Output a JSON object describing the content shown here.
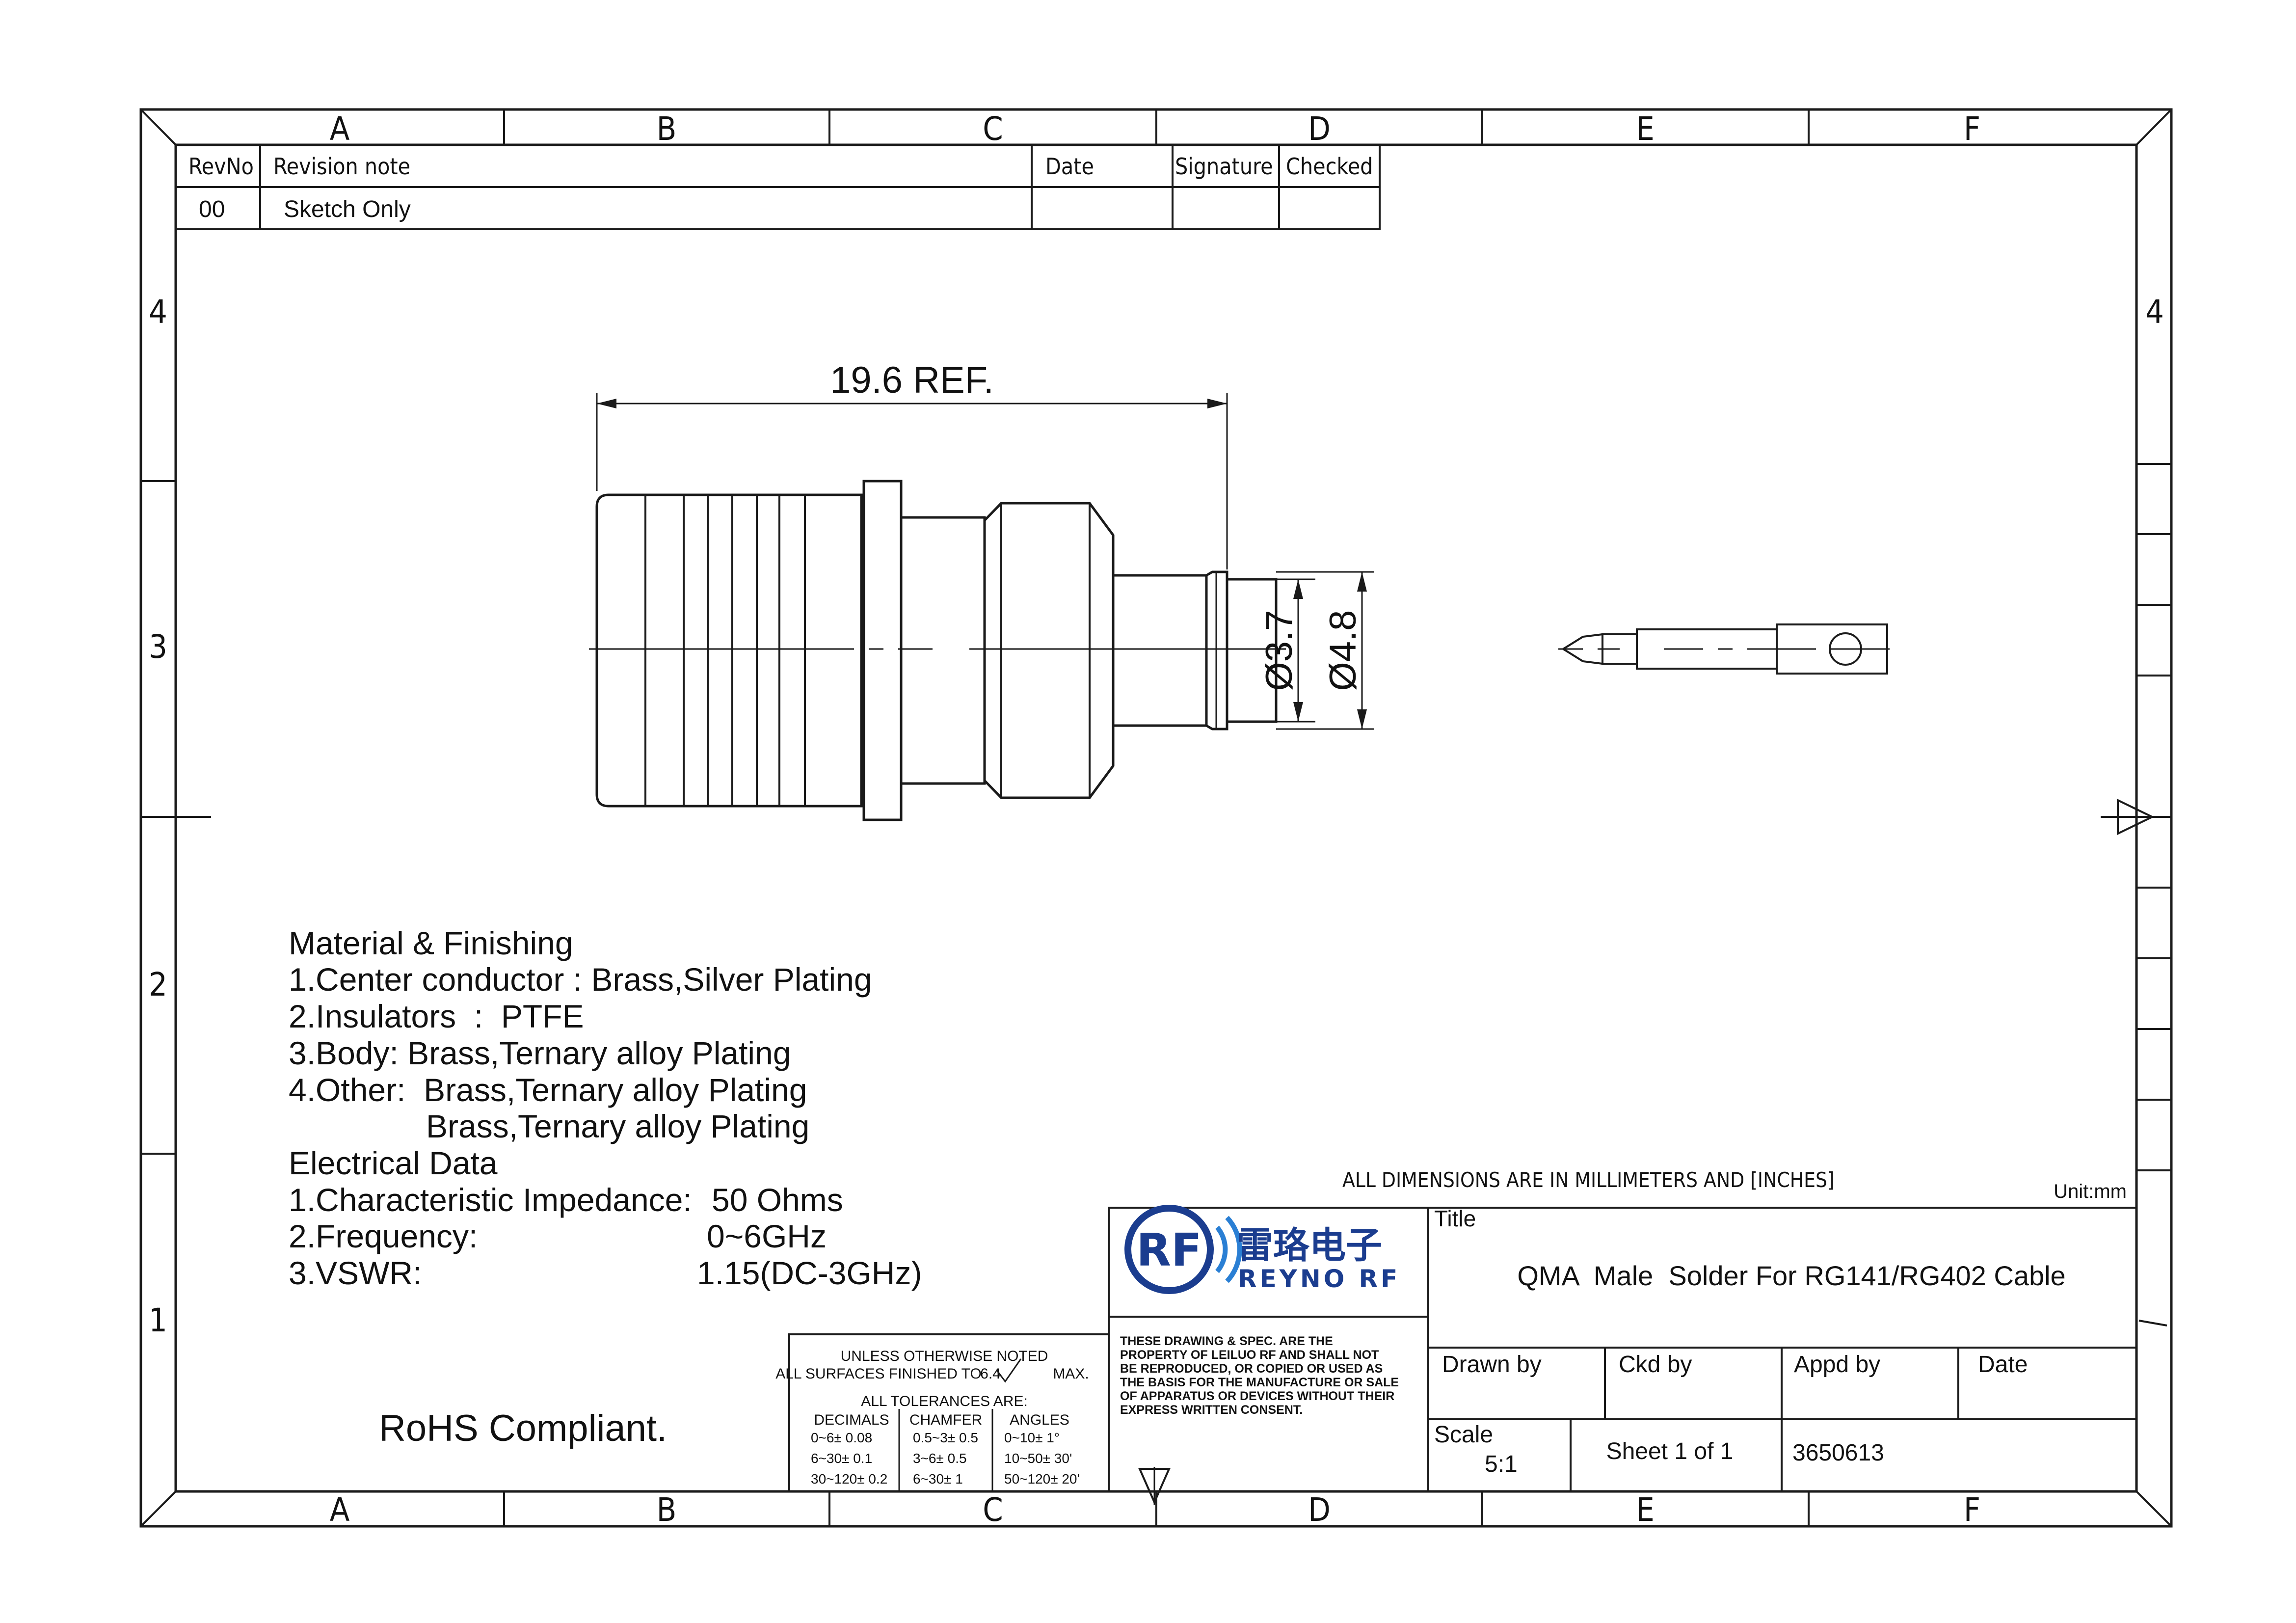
{
  "zones": {
    "columns": [
      "A",
      "B",
      "C",
      "D",
      "E",
      "F"
    ],
    "rows": [
      "4",
      "3",
      "2",
      "1"
    ]
  },
  "revision_table": {
    "headers": {
      "rev": "RevNo",
      "note": "Revision note",
      "date": "Date",
      "signature": "Signature",
      "checked": "Checked"
    },
    "rows": [
      {
        "rev": "00",
        "note": "Sketch Only",
        "date": "",
        "signature": "",
        "checked": ""
      }
    ]
  },
  "drawing": {
    "length_dim": "19.6 REF.",
    "dia_inner": "Ø3.7",
    "dia_outer": "Ø4.8"
  },
  "specs": {
    "material_title": "Material & Finishing",
    "material_lines": [
      "1.Center conductor : Brass,Silver Plating",
      "2.Insulators  :  PTFE",
      "3.Body: Brass,Ternary alloy Plating",
      "4.Other:  Brass,Ternary alloy Plating",
      "              Brass,Ternary alloy Plating"
    ],
    "electrical_title": "Electrical Data",
    "electrical": [
      {
        "label": "1.Characteristic Impedance:",
        "value": "50 Ohms"
      },
      {
        "label": "2.Frequency:",
        "value": "0~6GHz"
      },
      {
        "label": "3.VSWR:",
        "value": "1.15(DC-3GHz)"
      }
    ]
  },
  "rohs": "RoHS Compliant.",
  "tolerances": {
    "line1": "UNLESS OTHERWISE NOTED",
    "line2a": "ALL SURFACES FINISHED TO",
    "finish_value": "6.4",
    "line2b": "MAX.",
    "line3": "ALL TOLERANCES ARE:",
    "headers": [
      "DECIMALS",
      "CHAMFER",
      "ANGLES"
    ],
    "rows": [
      [
        "0~6± 0.08",
        "0.5~3± 0.5",
        "0~10± 1°"
      ],
      [
        "6~30± 0.1",
        "3~6± 0.5",
        "10~50± 30'"
      ],
      [
        "30~120± 0.2",
        "6~30± 1",
        "50~120± 20'"
      ]
    ]
  },
  "title_block": {
    "units_note": "ALL DIMENSIONS ARE IN MILLIMETERS AND [INCHES]",
    "unit": "Unit:mm",
    "logo_cn": "雷珞电子",
    "logo_en": "REYNO RF",
    "logo_letters": "RF",
    "property_notice": [
      "THESE DRAWING & SPEC. ARE THE",
      "PROPERTY OF LEILUO RF AND SHALL NOT",
      "BE REPRODUCED, OR COPIED OR USED AS",
      "THE BASIS FOR THE MANUFACTURE OR SALE",
      "OF APPARATUS OR DEVICES WITHOUT THEIR",
      "EXPRESS WRITTEN CONSENT."
    ],
    "title_label": "Title",
    "title": "QMA  Male  Solder For RG141/RG402 Cable",
    "drawn_by": "Drawn by",
    "ckd_by": "Ckd by",
    "appd_by": "Appd by",
    "date": "Date",
    "scale_label": "Scale",
    "scale_value": "5:1",
    "sheet": "Sheet 1 of 1",
    "part_number": "3650613"
  },
  "colors": {
    "line": "#1a1a1a",
    "logo_blue": "#1b3d8f",
    "logo_accent": "#2a7fd4"
  }
}
